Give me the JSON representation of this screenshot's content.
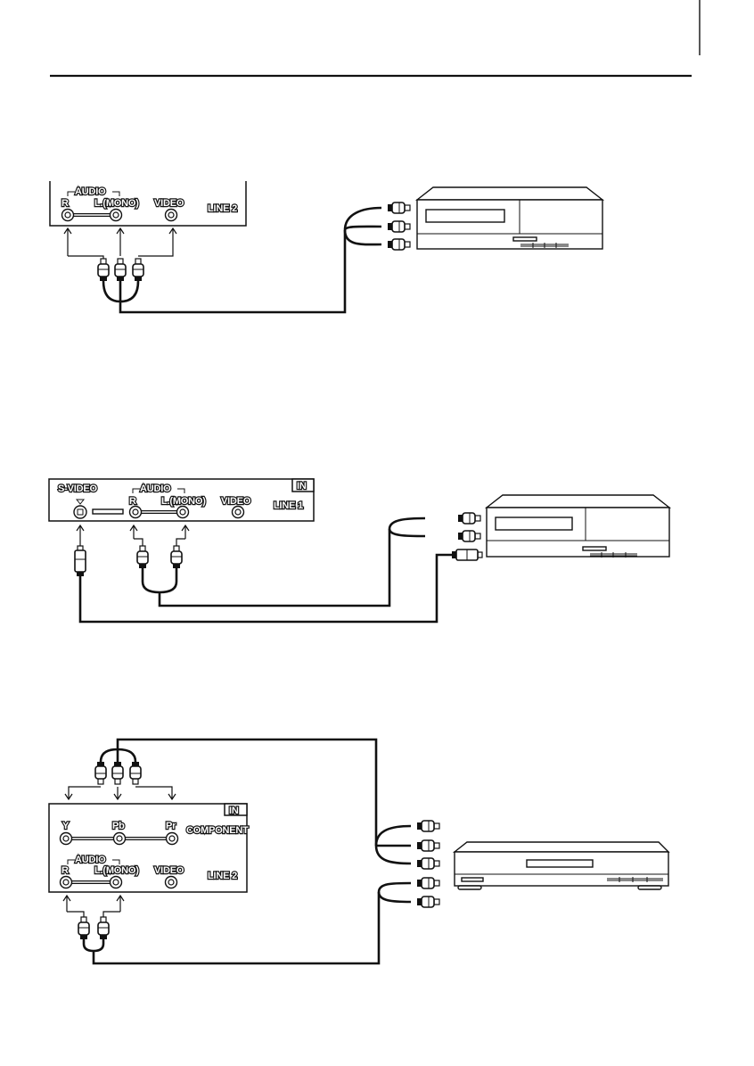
{
  "diagram_1": {
    "audio_group": "AUDIO",
    "jack_r": "R",
    "jack_l": "L.(MONO)",
    "jack_video": "VIDEO",
    "line": "LINE 2"
  },
  "diagram_2": {
    "jack_svideo": "S-VIDEO",
    "audio_group": "AUDIO",
    "jack_r": "R",
    "jack_l": "L.(MONO)",
    "jack_video": "VIDEO",
    "in_tag": "IN",
    "line": "LINE 1"
  },
  "diagram_3": {
    "jack_y": "Y",
    "jack_pb": "Pb",
    "jack_pr": "Pr",
    "in_tag": "IN",
    "component": "COMPONENT",
    "audio_group": "AUDIO",
    "jack_r": "R",
    "jack_l": "L.(MONO)",
    "jack_video": "VIDEO",
    "line": "LINE 2"
  }
}
